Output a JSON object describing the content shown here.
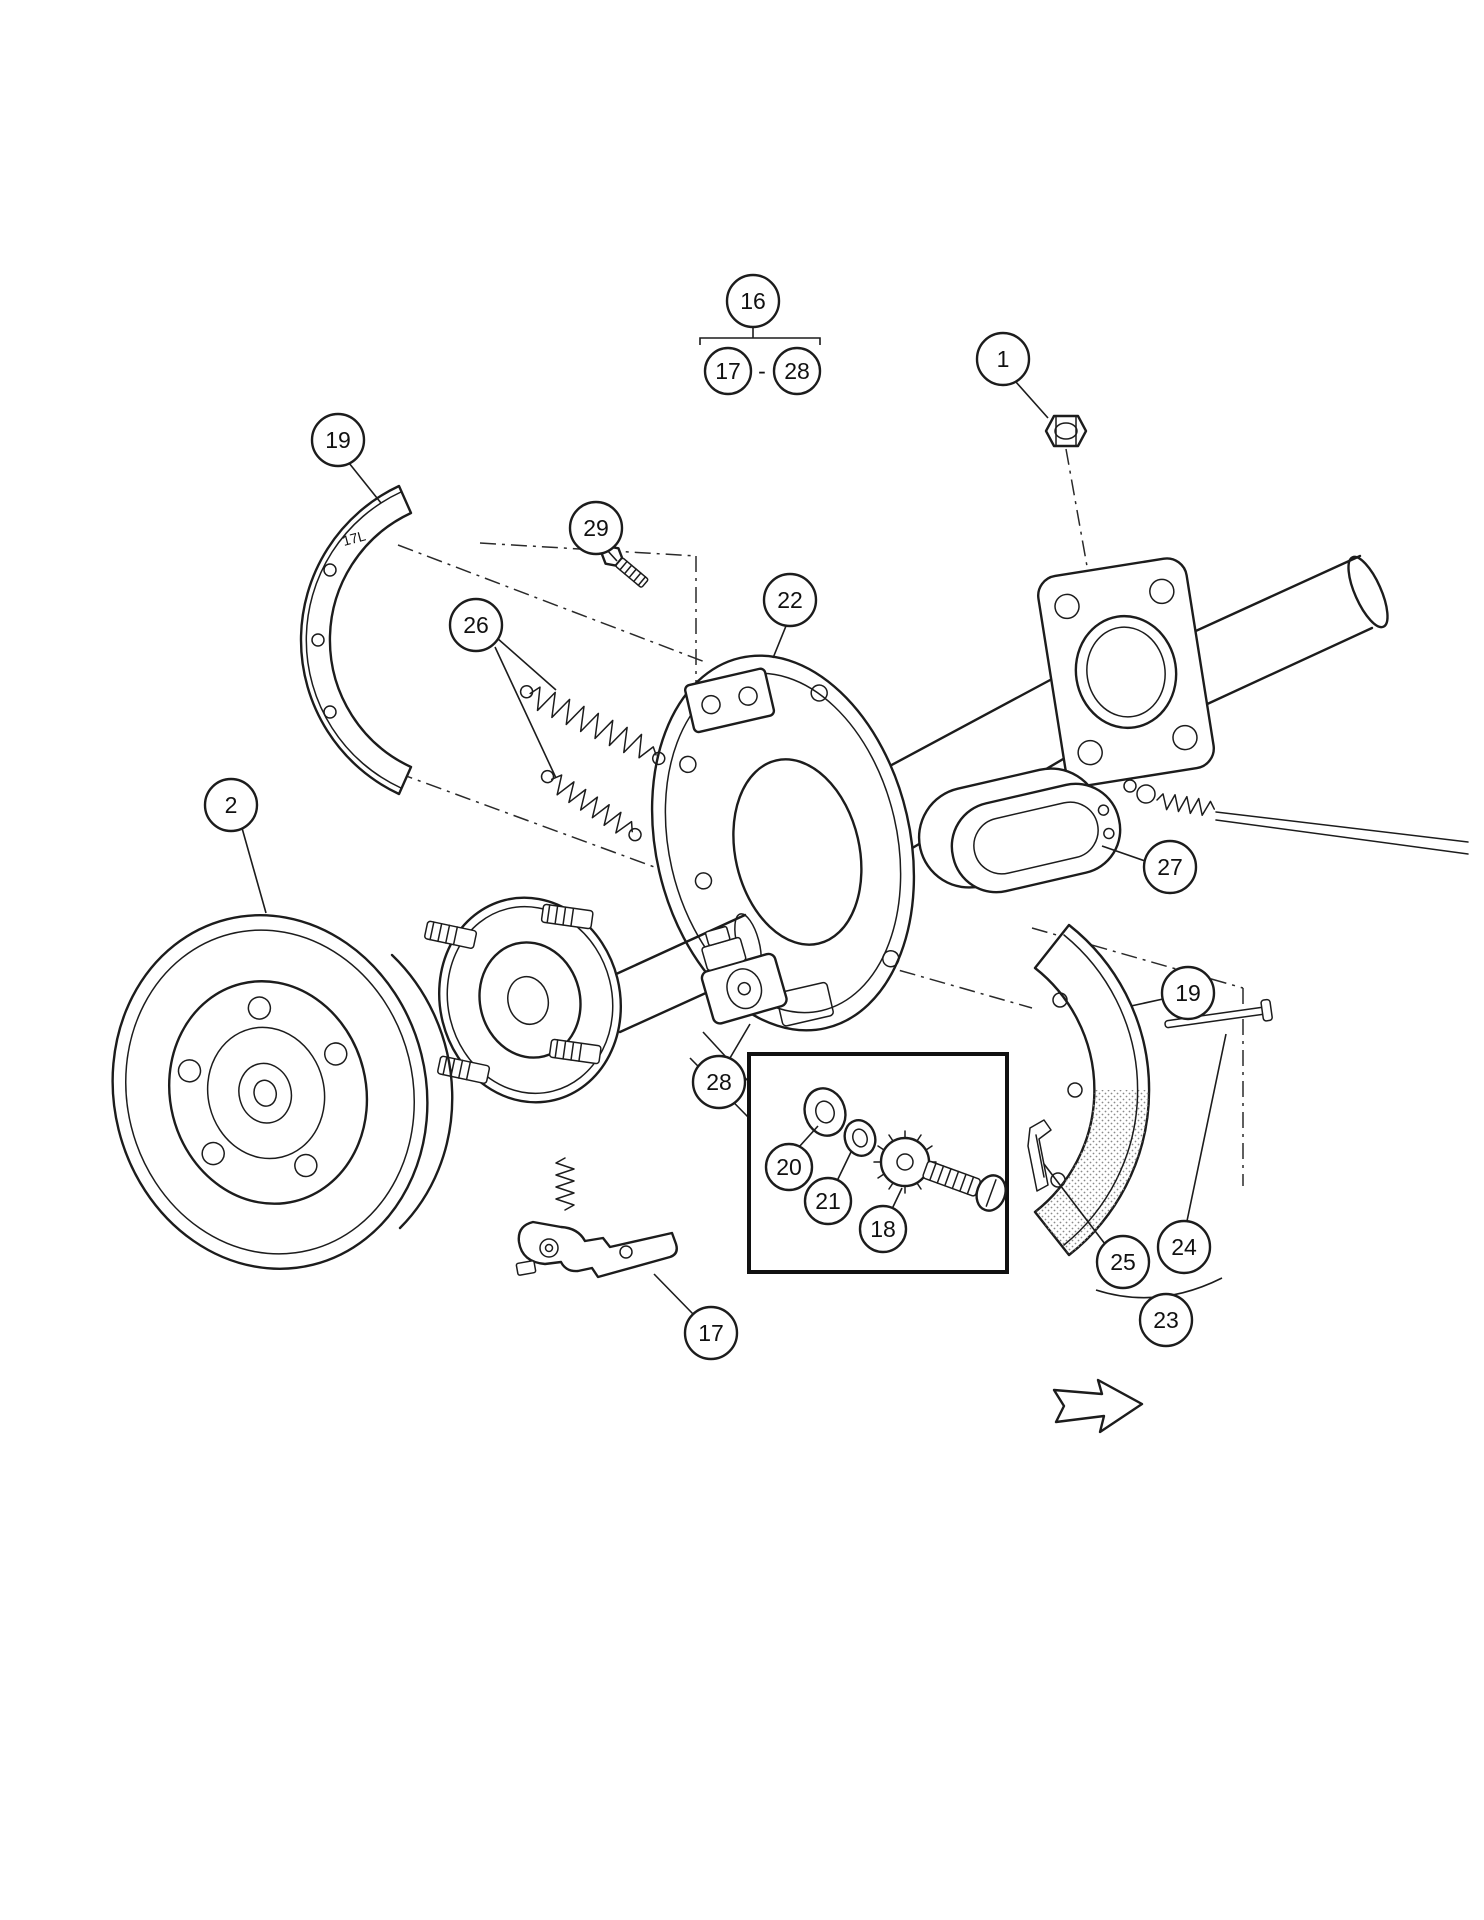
{
  "figure": {
    "background_color": "#ffffff",
    "line_color": "#1c1c1c"
  },
  "callouts": {
    "c16": "16",
    "c17_range": "17",
    "range_dash": "-",
    "c28_range": "28",
    "c1": "1",
    "c19_left": "19",
    "c29": "29",
    "c22": "22",
    "c26": "26",
    "c2": "2",
    "c27": "27",
    "c19_right": "19",
    "c28": "28",
    "c20": "20",
    "c21": "21",
    "c18": "18",
    "c25": "25",
    "c24": "24",
    "c23": "23",
    "c17": "17"
  },
  "annotations": {
    "shoe_stamp": "17L"
  }
}
